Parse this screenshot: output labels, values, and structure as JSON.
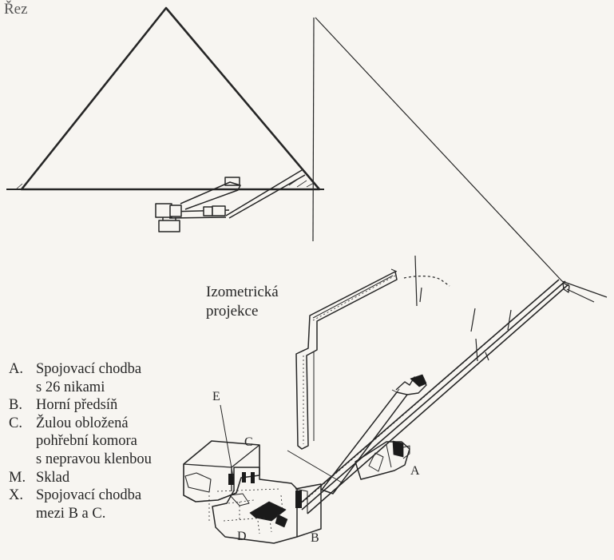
{
  "section_title": "Řez",
  "iso_title": [
    "Izometrická",
    "projekce"
  ],
  "point_labels": {
    "A": "A",
    "C": "C",
    "E": "E",
    "D": "D",
    "B": "B"
  },
  "legend": [
    {
      "key": "A.",
      "text": "Spojovací chodba\ns 26 nikami"
    },
    {
      "key": "B.",
      "text": "Horní předsíň"
    },
    {
      "key": "C.",
      "text": "Žulou obložená\npohřební komora\ns nepravou klenbou"
    },
    {
      "key": "M.",
      "text": "Sklad"
    },
    {
      "key": "X.",
      "text": "Spojovací chodba\nmezi B a C."
    }
  ],
  "colors": {
    "ink": "#262626",
    "paper": "#f7f5f1",
    "shade": "#1a1a1a"
  }
}
